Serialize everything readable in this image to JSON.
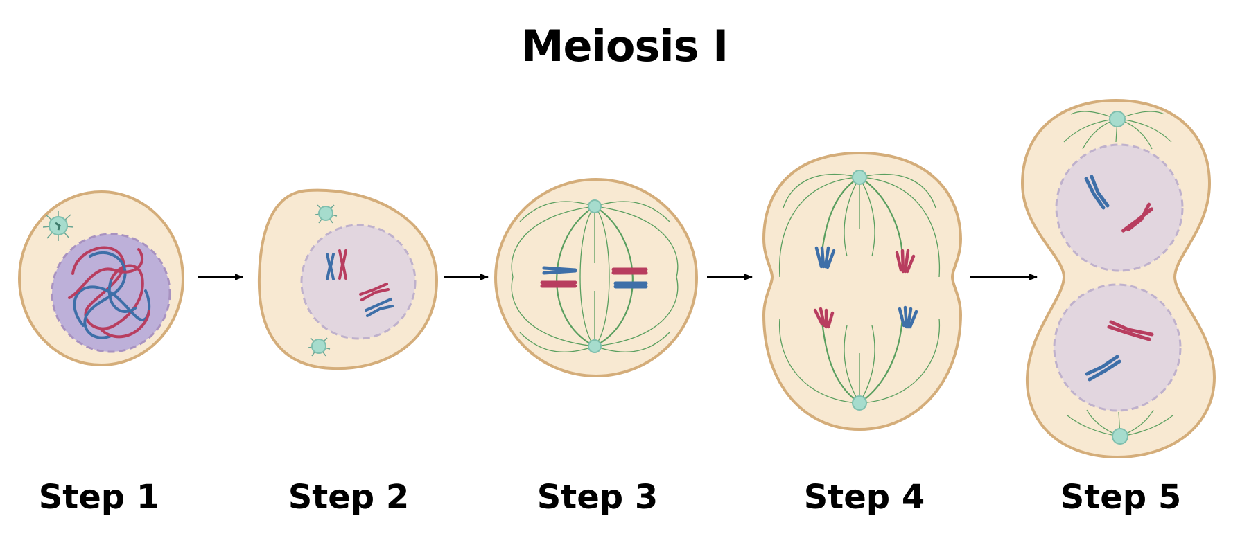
{
  "title": "Meiosis I",
  "steps": [
    {
      "label": "Step 1"
    },
    {
      "label": "Step 2"
    },
    {
      "label": "Step 3"
    },
    {
      "label": "Step 4"
    },
    {
      "label": "Step 5"
    }
  ],
  "colors": {
    "cytoplasm": "#f8e9d2",
    "membrane": "#d4ad7a",
    "nucleus": "#e2d6df",
    "nucleus_step1": "#bdb0d9",
    "nuclear_envelope": "#a892c0",
    "chromosome_blue": "#3e6fa8",
    "chromosome_red": "#b83d5f",
    "spindle": "#4f9a55",
    "centrosome": "#a6dccd",
    "arrow": "#000000"
  }
}
